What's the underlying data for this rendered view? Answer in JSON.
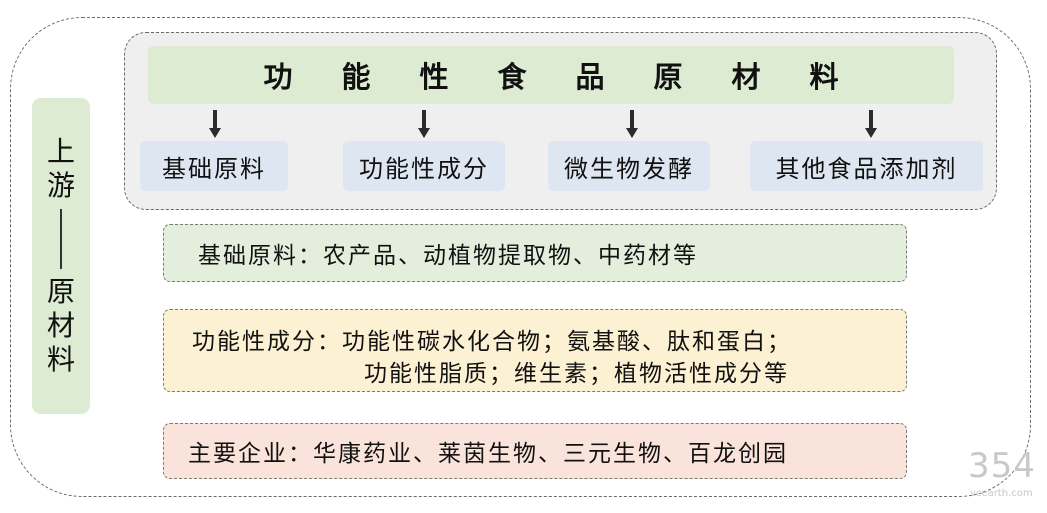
{
  "side_label": {
    "top_chars": [
      "上",
      "游"
    ],
    "bottom_chars": [
      "原",
      "材",
      "料"
    ]
  },
  "title": "功能性食品原材料",
  "categories": [
    "基础原料",
    "功能性成分",
    "微生物发酵",
    "其他食品添加剂"
  ],
  "details": {
    "basic": "基础原料：农产品、动植物提取物、中药材等",
    "functional_line1": "功能性成分：功能性碳水化合物；氨基酸、肽和蛋白；",
    "functional_line2": "功能性脂质；维生素；植物活性成分等",
    "companies": "主要企业：华康药业、莱茵生物、三元生物、百龙创园"
  },
  "watermark": {
    "number": "354",
    "site": "vcearth.com"
  },
  "colors": {
    "green_fill": "#dcebd2",
    "blue_fill": "#dde6f1",
    "gray_fill": "#efefef",
    "yellow_fill": "#fdf1d4",
    "red_fill": "#f9e3da"
  }
}
